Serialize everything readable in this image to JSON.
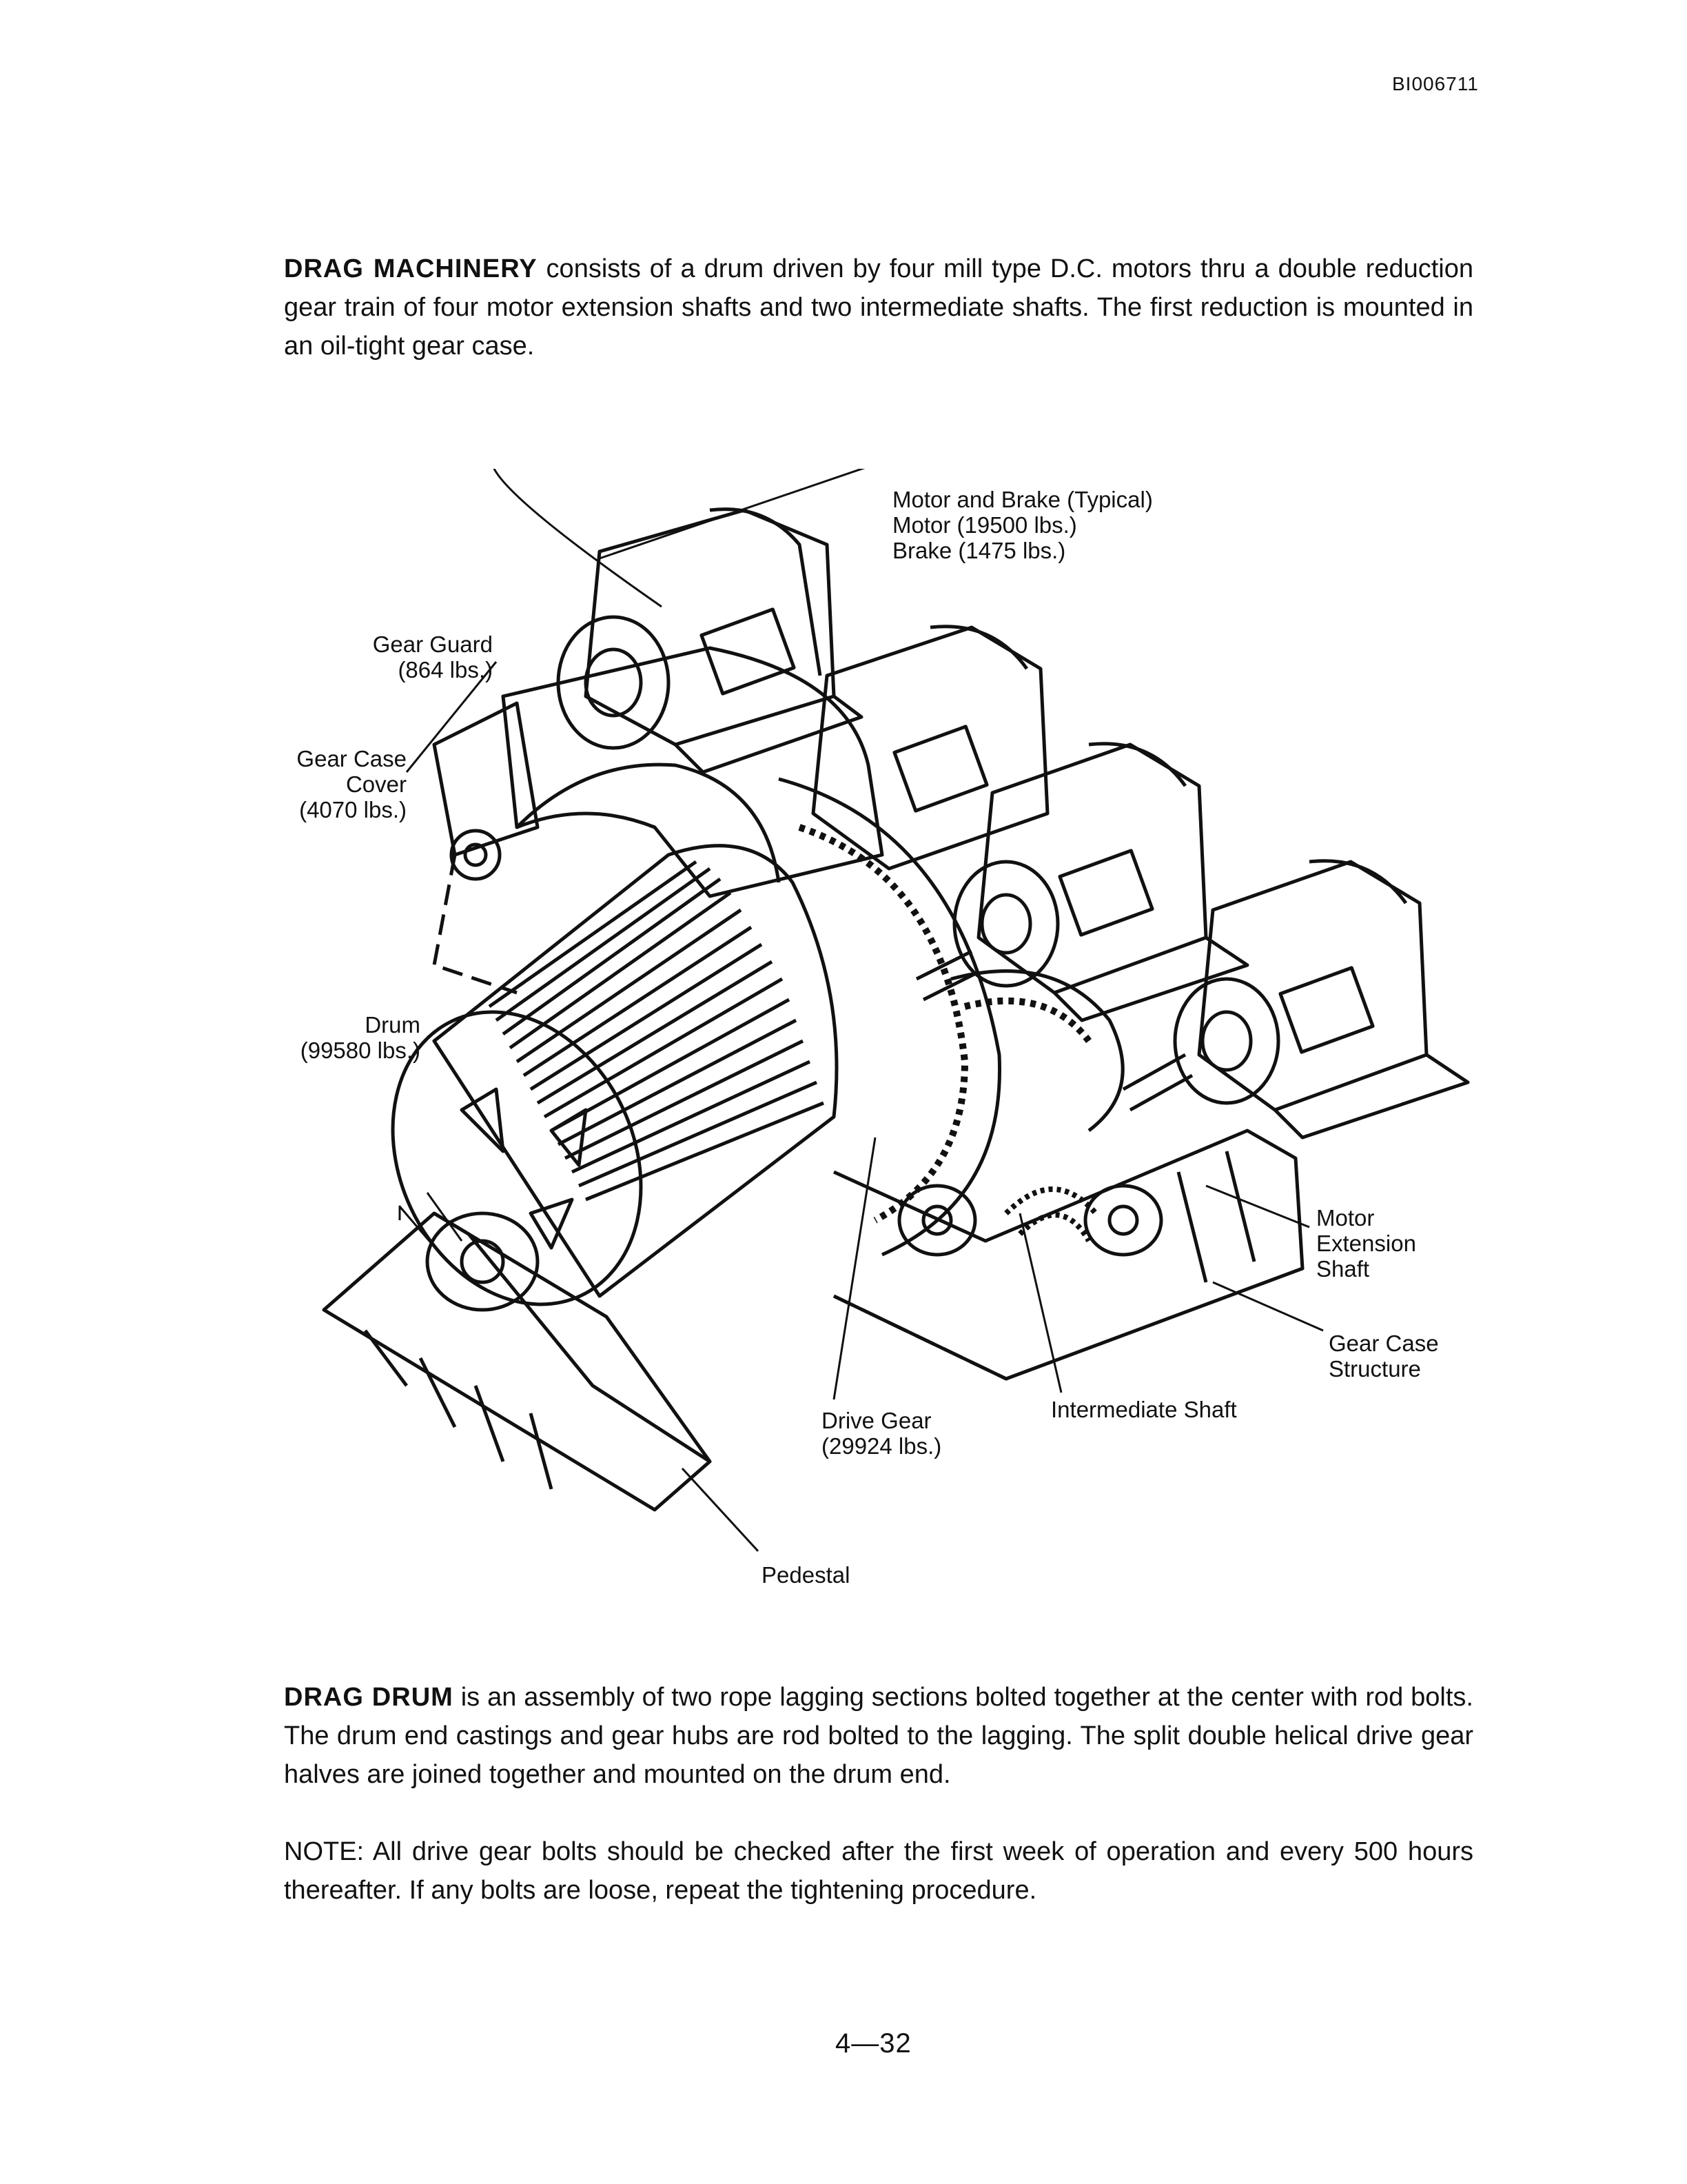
{
  "header": {
    "doc_id": "BI006711"
  },
  "intro": {
    "heading": "DRAG MACHINERY",
    "text": " consists of a drum driven by four mill type D.C. motors thru a double reduction gear train of four motor extension shafts and two intermediate shafts. The first reduction is mounted in an oil-tight gear case."
  },
  "figure": {
    "labels": {
      "motor_brake": "Motor and Brake (Typical)\nMotor (19500 lbs.)\nBrake (1475 lbs.)",
      "gear_guard": "Gear Guard\n(864 lbs.)",
      "gear_case_cover": "Gear Case\nCover\n(4070 lbs.)",
      "drum": "Drum\n(99580 lbs.)",
      "motor_extension_shaft": "Motor\nExtension\nShaft",
      "gear_case_structure": "Gear Case\nStructure",
      "intermediate_shaft": "Intermediate Shaft",
      "drive_gear": "Drive Gear\n(29924 lbs.)",
      "pedestal": "Pedestal"
    }
  },
  "drag_drum": {
    "heading": "DRAG DRUM",
    "text": " is an assembly of two rope lagging sections bolted together at the center with rod bolts. The drum end castings and gear hubs are rod bolted to the lagging. The split double helical drive gear halves are joined together and mounted on the drum end."
  },
  "note": {
    "text": "NOTE: All drive gear bolts should be checked after the first week of operation and every 500 hours thereafter. If any bolts are loose, repeat the tightening procedure."
  },
  "footer": {
    "page_number": "4—32"
  }
}
